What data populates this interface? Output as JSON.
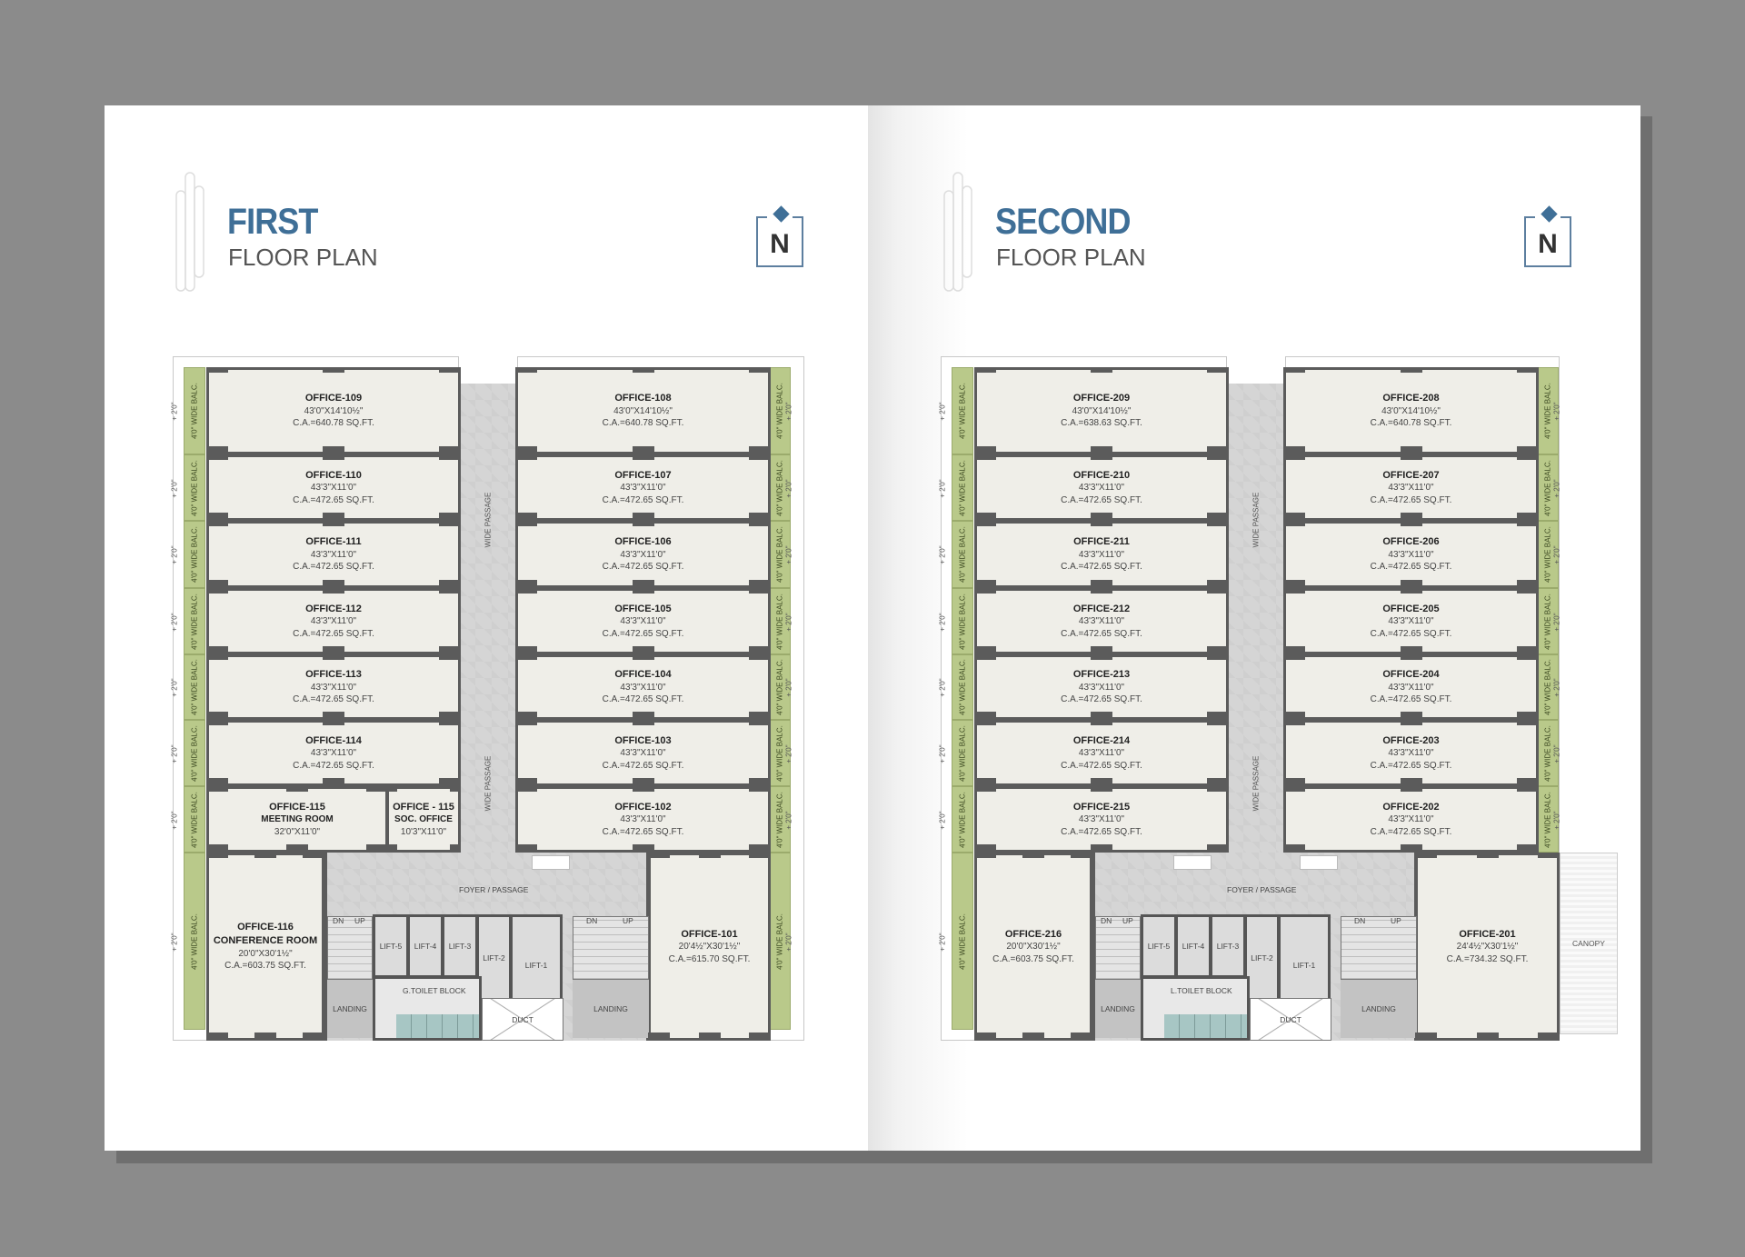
{
  "floors": [
    {
      "title_bold": "FIRST",
      "title_sub": "FLOOR PLAN",
      "north": "N",
      "balcony": "4'0\" WIDE BALC.",
      "offset": "+ 2'0\"",
      "passage": "WIDE PASSAGE",
      "foyer": "FOYER / PASSAGE",
      "dn": "DN",
      "up": "UP",
      "landing": "LANDING",
      "duct": "DUCT",
      "toilet": "G.TOILET BLOCK",
      "lifts": [
        "LIFT-5",
        "LIFT-4",
        "LIFT-3",
        "LIFT-2",
        "LIFT-1"
      ],
      "left": [
        {
          "name": "OFFICE-109",
          "dims": "43'0\"X14'10½\"",
          "area": "C.A.=640.78 SQ.FT."
        },
        {
          "name": "OFFICE-110",
          "dims": "43'3\"X11'0\"",
          "area": "C.A.=472.65 SQ.FT."
        },
        {
          "name": "OFFICE-111",
          "dims": "43'3\"X11'0\"",
          "area": "C.A.=472.65 SQ.FT."
        },
        {
          "name": "OFFICE-112",
          "dims": "43'3\"X11'0\"",
          "area": "C.A.=472.65 SQ.FT."
        },
        {
          "name": "OFFICE-113",
          "dims": "43'3\"X11'0\"",
          "area": "C.A.=472.65 SQ.FT."
        },
        {
          "name": "OFFICE-114",
          "dims": "43'3\"X11'0\"",
          "area": "C.A.=472.65 SQ.FT."
        },
        {
          "split": [
            {
              "name": "OFFICE-115",
              "dims": "MEETING ROOM",
              "area": "32'0\"X11'0\""
            },
            {
              "name": "OFFICE - 115",
              "dims": "SOC. OFFICE",
              "area": "10'3\"X11'0\""
            }
          ]
        }
      ],
      "right": [
        {
          "name": "OFFICE-108",
          "dims": "43'0\"X14'10½\"",
          "area": "C.A.=640.78 SQ.FT."
        },
        {
          "name": "OFFICE-107",
          "dims": "43'3\"X11'0\"",
          "area": "C.A.=472.65 SQ.FT."
        },
        {
          "name": "OFFICE-106",
          "dims": "43'3\"X11'0\"",
          "area": "C.A.=472.65 SQ.FT."
        },
        {
          "name": "OFFICE-105",
          "dims": "43'3\"X11'0\"",
          "area": "C.A.=472.65 SQ.FT."
        },
        {
          "name": "OFFICE-104",
          "dims": "43'3\"X11'0\"",
          "area": "C.A.=472.65 SQ.FT."
        },
        {
          "name": "OFFICE-103",
          "dims": "43'3\"X11'0\"",
          "area": "C.A.=472.65 SQ.FT."
        },
        {
          "name": "OFFICE-102",
          "dims": "43'3\"X11'0\"",
          "area": "C.A.=472.65 SQ.FT."
        }
      ],
      "bottom_left": {
        "name": "OFFICE-116",
        "sub": "CONFERENCE ROOM",
        "dims": "20'0\"X30'1½\"",
        "area": "C.A.=603.75 SQ.FT."
      },
      "bottom_right": {
        "name": "OFFICE-101",
        "dims": "20'4½\"X30'1½\"",
        "area": "C.A.=615.70 SQ.FT."
      }
    },
    {
      "title_bold": "SECOND",
      "title_sub": "FLOOR PLAN",
      "north": "N",
      "balcony": "4'0\" WIDE BALC.",
      "offset": "+ 2'0\"",
      "passage": "WIDE PASSAGE",
      "foyer": "FOYER / PASSAGE",
      "dn": "DN",
      "up": "UP",
      "landing": "LANDING",
      "duct": "DUCT",
      "toilet": "L.TOILET BLOCK",
      "canopy": "CANOPY",
      "lifts": [
        "LIFT-5",
        "LIFT-4",
        "LIFT-3",
        "LIFT-2",
        "LIFT-1"
      ],
      "left": [
        {
          "name": "OFFICE-209",
          "dims": "43'0\"X14'10½\"",
          "area": "C.A.=638.63 SQ.FT."
        },
        {
          "name": "OFFICE-210",
          "dims": "43'3\"X11'0\"",
          "area": "C.A.=472.65 SQ.FT."
        },
        {
          "name": "OFFICE-211",
          "dims": "43'3\"X11'0\"",
          "area": "C.A.=472.65 SQ.FT."
        },
        {
          "name": "OFFICE-212",
          "dims": "43'3\"X11'0\"",
          "area": "C.A.=472.65 SQ.FT."
        },
        {
          "name": "OFFICE-213",
          "dims": "43'3\"X11'0\"",
          "area": "C.A.=472.65 SQ.FT."
        },
        {
          "name": "OFFICE-214",
          "dims": "43'3\"X11'0\"",
          "area": "C.A.=472.65 SQ.FT."
        },
        {
          "name": "OFFICE-215",
          "dims": "43'3\"X11'0\"",
          "area": "C.A.=472.65 SQ.FT."
        }
      ],
      "right": [
        {
          "name": "OFFICE-208",
          "dims": "43'0\"X14'10½\"",
          "area": "C.A.=640.78 SQ.FT."
        },
        {
          "name": "OFFICE-207",
          "dims": "43'3\"X11'0\"",
          "area": "C.A.=472.65 SQ.FT."
        },
        {
          "name": "OFFICE-206",
          "dims": "43'3\"X11'0\"",
          "area": "C.A.=472.65 SQ.FT."
        },
        {
          "name": "OFFICE-205",
          "dims": "43'3\"X11'0\"",
          "area": "C.A.=472.65 SQ.FT."
        },
        {
          "name": "OFFICE-204",
          "dims": "43'3\"X11'0\"",
          "area": "C.A.=472.65 SQ.FT."
        },
        {
          "name": "OFFICE-203",
          "dims": "43'3\"X11'0\"",
          "area": "C.A.=472.65 SQ.FT."
        },
        {
          "name": "OFFICE-202",
          "dims": "43'3\"X11'0\"",
          "area": "C.A.=472.65 SQ.FT."
        }
      ],
      "bottom_left": {
        "name": "OFFICE-216",
        "dims": "20'0\"X30'1½\"",
        "area": "C.A.=603.75 SQ.FT."
      },
      "bottom_right": {
        "name": "OFFICE-201",
        "dims": "24'4½\"X30'1½\"",
        "area": "C.A.=734.32 SQ.FT."
      }
    }
  ]
}
